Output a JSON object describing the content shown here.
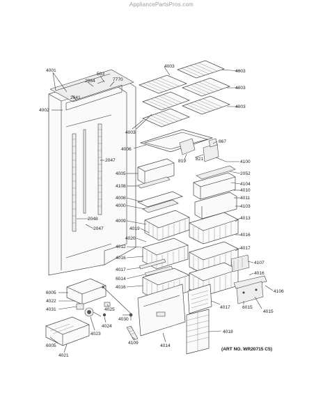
{
  "watermark": "AppliancePartsPros.com",
  "art_no": "(ART NO. WR20715 C5)",
  "labels": {
    "l4001": "4001",
    "l503": "503",
    "l7770": "7770",
    "l2064": "2064",
    "l2041": "2041",
    "l4002": "4002",
    "l2047a": "2047",
    "l2047b": "2047",
    "l2048": "2048",
    "l4003a": "4003",
    "l4003b": "4003",
    "l4003c": "4003",
    "l4003d": "4003",
    "l4003e": "4003",
    "l867": "867",
    "l4006": "4006",
    "l819": "819",
    "l821": "821",
    "l4100": "4100",
    "l4005": "4005",
    "l2052": "2052",
    "l4104": "4104",
    "l4108": "4108",
    "l4010": "4010",
    "l4008": "4008",
    "l4011": "4011",
    "l4000": "4000",
    "l4103": "4103",
    "l4009": "4009",
    "l4013": "4013",
    "l4019": "4019",
    "l4020": "4020",
    "l4016a": "4016",
    "l4012": "4012",
    "l4016b": "4016",
    "l4017a": "4017",
    "l4017b": "4017",
    "l4107": "4107",
    "l6014": "6014",
    "l4016c": "4016",
    "l4016d": "4016",
    "l4106": "4106",
    "l6005a": "6005",
    "l4022": "4022",
    "l4031": "4031",
    "l4025": "4025",
    "l4030": "4030",
    "l4024": "4024",
    "l4023": "4023",
    "l4017c": "4017",
    "l6015": "6015",
    "l4015": "4015",
    "l4018": "4018",
    "l4109": "4109",
    "l4014": "4014",
    "l6005b": "6005",
    "l4021": "4021"
  }
}
